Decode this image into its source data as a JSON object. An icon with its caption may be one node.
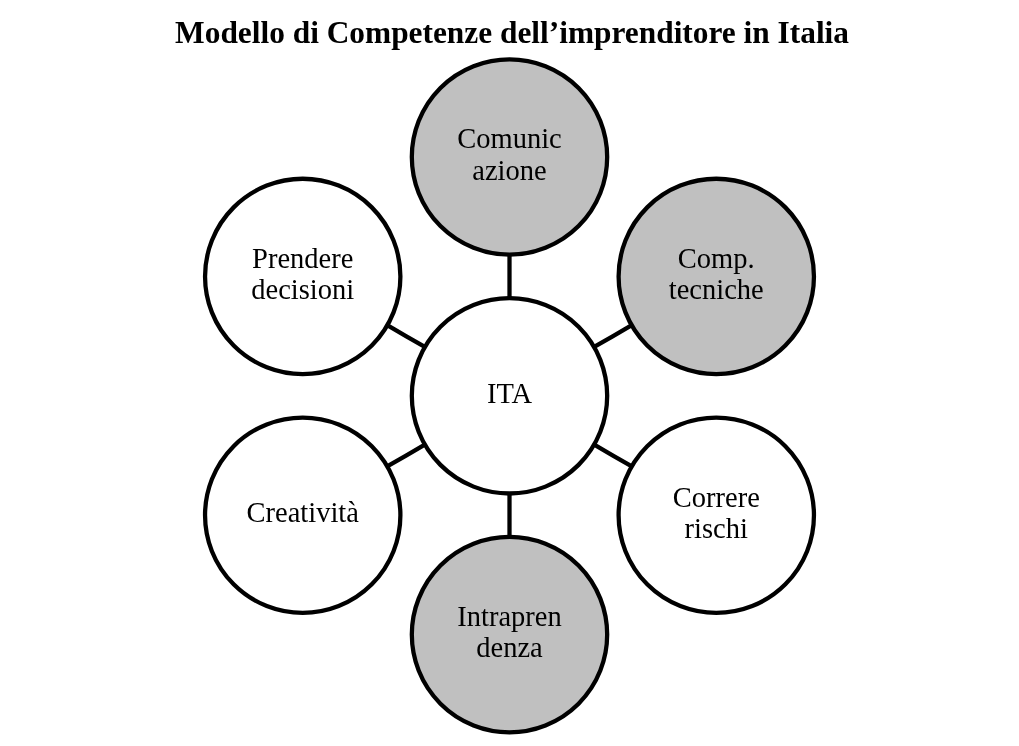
{
  "diagram": {
    "title": "Modello di Competenze dell’imprenditore in Italia",
    "nodes": [
      {
        "text": [
          "Comp. tecniche"
        ]
      },
      {
        "text": [
          "Comunic azione"
        ]
      },
      {
        "text": [
          "Prendere decisioni"
        ]
      },
      {
        "text": [
          "ITA"
        ]
      },
      {
        "text": [
          "Creatività"
        ]
      },
      {
        "text": [
          "Intrapren denza"
        ]
      },
      {
        "text": [
          "Correre rischi"
        ]
      }
    ],
    "edges": [
      {
        "from": 3,
        "to": 0,
        "arrow": "none"
      },
      {
        "from": 3,
        "to": 2,
        "arrow": "none"
      },
      {
        "from": 3,
        "to": 5,
        "arrow": "none"
      },
      {
        "from": 3,
        "to": 6,
        "arrow": "none"
      },
      {
        "from": 3,
        "to": 4,
        "arrow": "none"
      },
      {
        "from": 3,
        "to": 1,
        "arrow": "none"
      }
    ]
  }
}
